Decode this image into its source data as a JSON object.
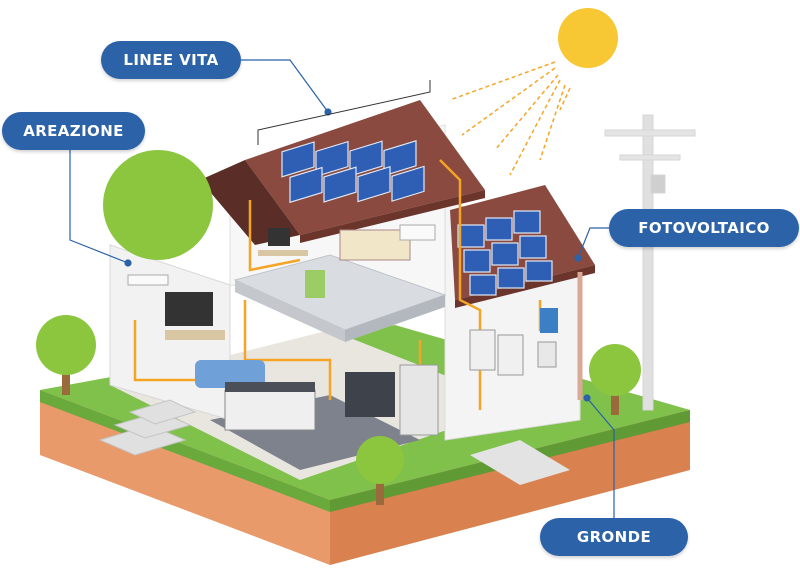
{
  "labels": {
    "linee_vita": "LINEE VITA",
    "areazione": "AREAZIONE",
    "fotovoltaico": "FOTOVOLTAICO",
    "gronde": "GRONDE"
  },
  "colors": {
    "label_bg": "#2b62a8",
    "label_text": "#ffffff",
    "grass": "#7fc14b",
    "soil": "#e89a6a",
    "roof": "#8a4a3f",
    "solar_panel": "#2f5fb5",
    "wiring": "#f4a526",
    "sun": "#f7c734",
    "wall": "#f5f5f5",
    "floor_tiles": "#8a8f99",
    "laundry_floor": "#8a7fd6"
  },
  "icons": [
    "sun-icon",
    "solar-panel-icon",
    "utility-pole-icon",
    "tree-icon",
    "house-icon"
  ]
}
